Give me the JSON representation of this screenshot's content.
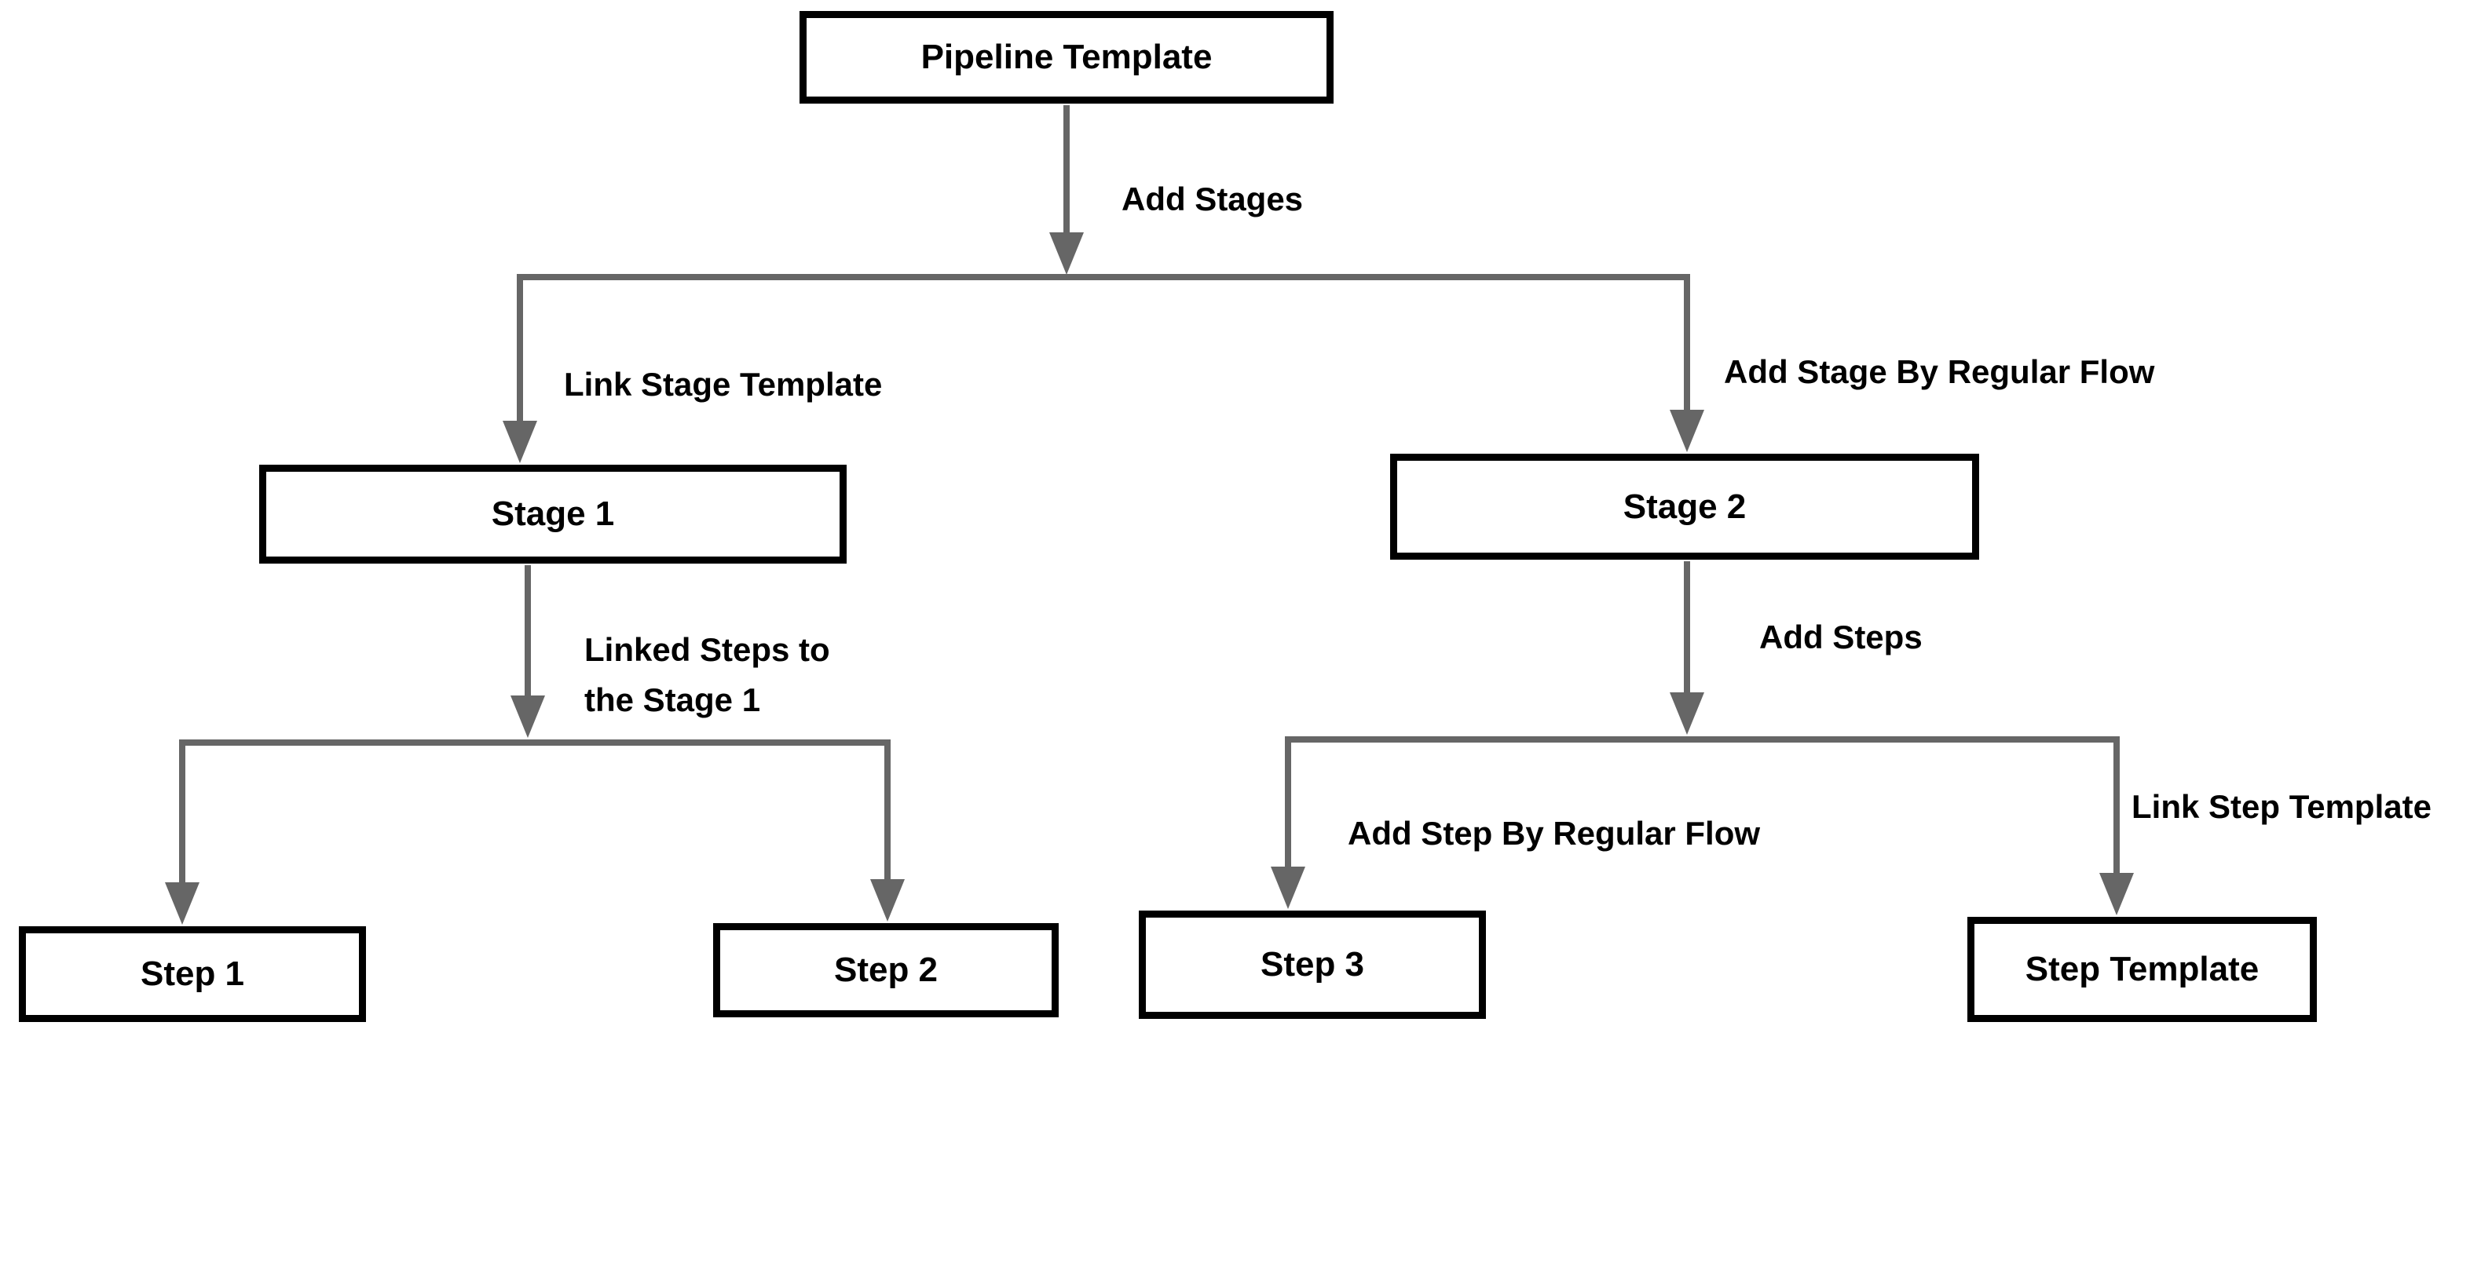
{
  "diagram": {
    "nodes": {
      "pipeline_template": {
        "label": "Pipeline Template"
      },
      "stage_1": {
        "label": "Stage 1"
      },
      "stage_2": {
        "label": "Stage 2"
      },
      "step_1": {
        "label": "Step 1"
      },
      "step_2": {
        "label": "Step 2"
      },
      "step_3": {
        "label": "Step 3"
      },
      "step_template": {
        "label": "Step Template"
      }
    },
    "edges": {
      "add_stages": {
        "label": "Add Stages"
      },
      "link_stage_template": {
        "label": "Link Stage Template"
      },
      "add_stage_by_regular_flow": {
        "label": "Add Stage By Regular Flow"
      },
      "linked_steps_to_stage_1": {
        "lines": [
          "Linked Steps to",
          "the Stage 1"
        ]
      },
      "add_steps": {
        "label": "Add Steps"
      },
      "add_step_by_regular_flow": {
        "label": "Add Step By Regular Flow"
      },
      "link_step_template": {
        "label": "Link Step Template"
      }
    },
    "colors": {
      "connector": "#666666",
      "arrowhead": "#666666",
      "box_border": "#000000",
      "box_fill": "#ffffff",
      "text": "#000000",
      "background": "#ffffff"
    }
  }
}
